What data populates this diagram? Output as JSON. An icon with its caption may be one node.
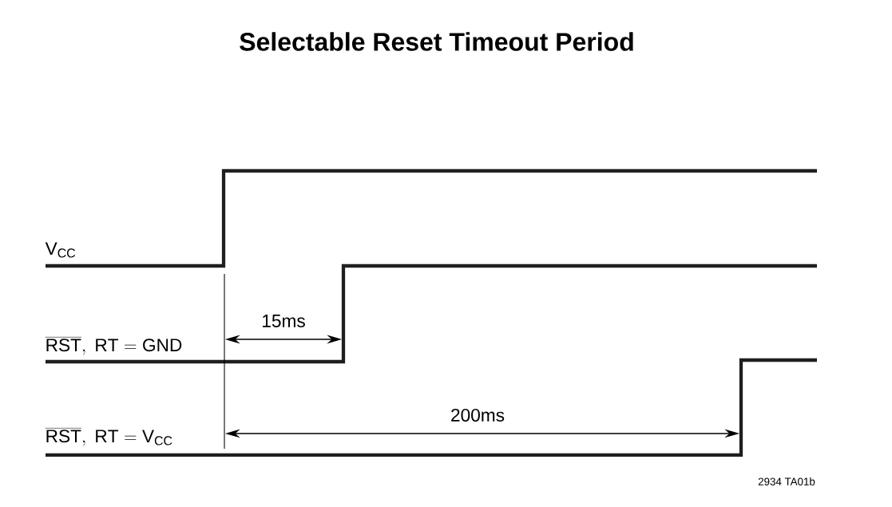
{
  "diagram": {
    "title": "Selectable Reset Timeout Period",
    "labels": [
      "V$_{CC}$",
      "\\overline{\\mathrm{RST}},\\ \\mathrm{RT} = \\mathrm{GND}",
      "\\overline{\\mathrm{RST}},\\ \\mathrm{RT} = \\mathrm{V_{CC}}",
      "15ms",
      "200ms",
      "2934 TA01b"
    ]
  }
}
